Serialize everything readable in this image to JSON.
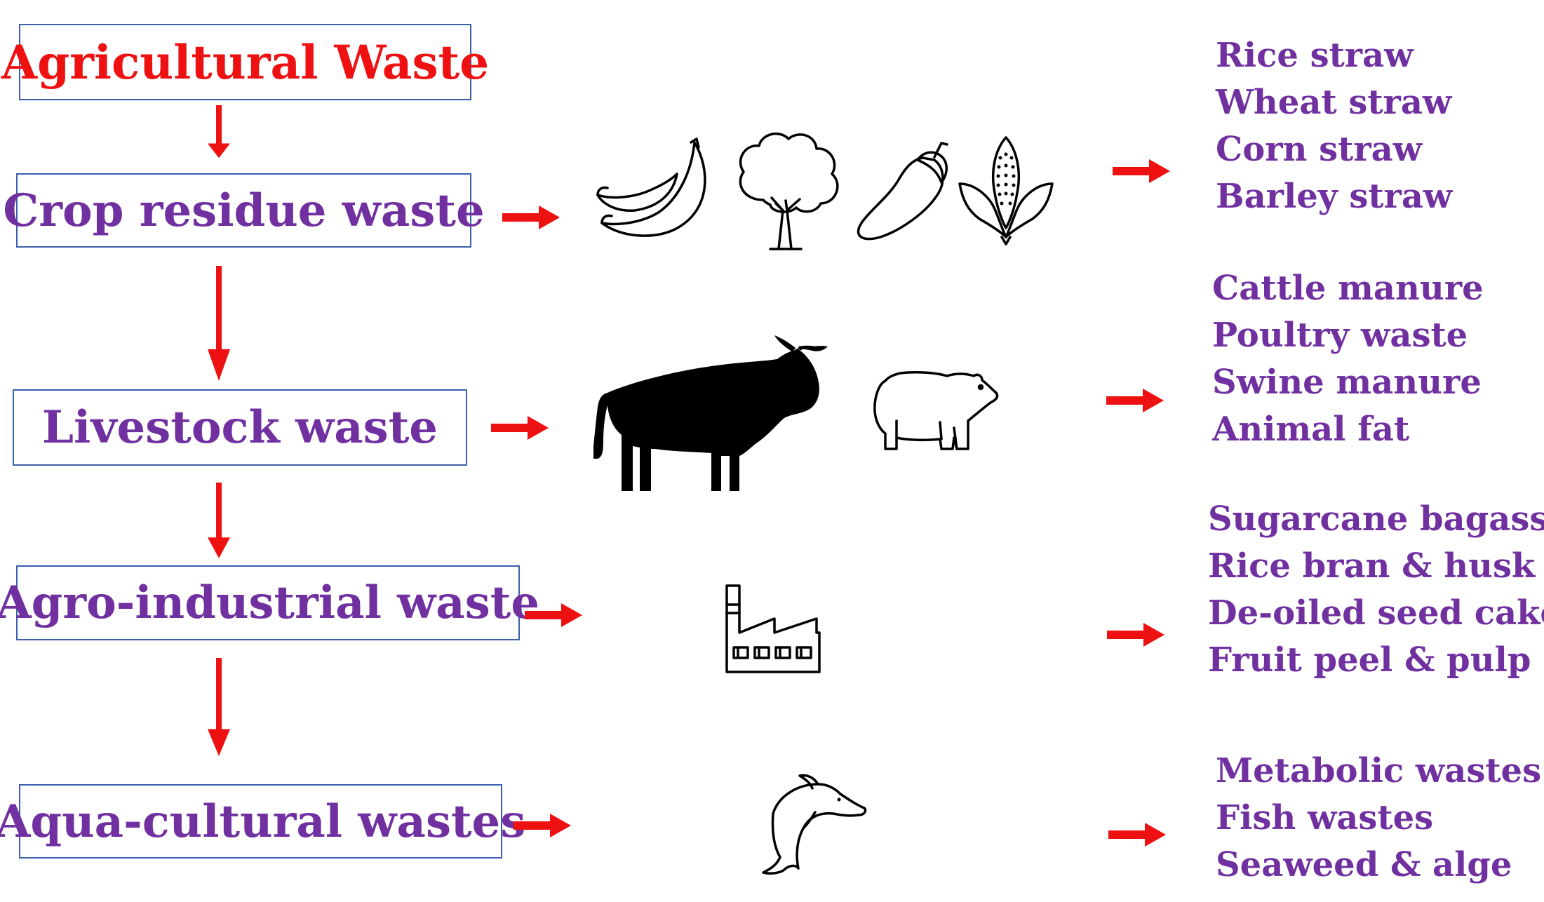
{
  "title": "Agricultural Waste",
  "categories": [
    {
      "label": "Crop residue waste",
      "icons": [
        "banana-icon",
        "tree-icon",
        "eggplant-icon",
        "corn-icon"
      ],
      "items": [
        "Rice straw",
        "Wheat straw",
        "Corn straw",
        "Barley straw"
      ]
    },
    {
      "label": "Livestock waste",
      "icons": [
        "cow-icon",
        "bear-icon"
      ],
      "items": [
        "Cattle manure",
        "Poultry waste",
        "Swine manure",
        "Animal fat"
      ]
    },
    {
      "label": "Agro-industrial waste",
      "icons": [
        "factory-icon"
      ],
      "items": [
        "Sugarcane bagasse",
        "Rice bran & husk",
        "De-oiled seed cakes",
        "Fruit peel & pulp"
      ]
    },
    {
      "label": "Aqua-cultural wastes",
      "icons": [
        "dolphin-icon"
      ],
      "items": [
        "Metabolic wastes",
        "Fish wastes",
        "Seaweed & alge"
      ]
    }
  ],
  "colors": {
    "title": "#ee1111",
    "label": "#7030a0",
    "arrow": "#ee1111",
    "border": "#3a5fad",
    "icon": "#000000"
  }
}
